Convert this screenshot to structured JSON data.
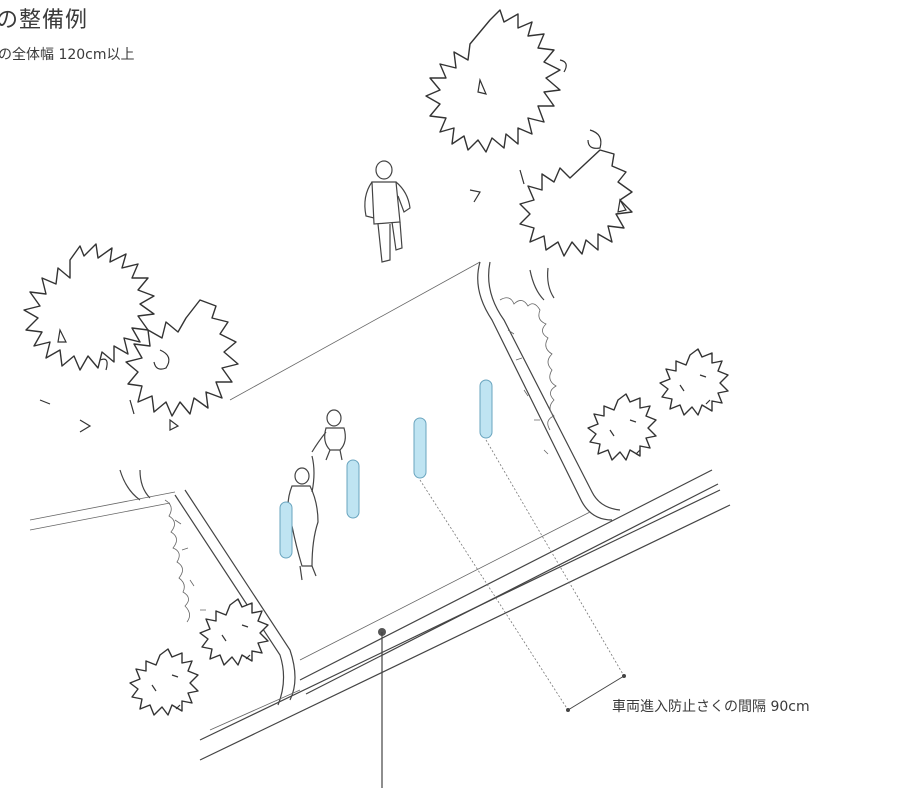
{
  "title": "の整備例",
  "subtitle": "の全体幅 120cm以上",
  "dimension_label": "車両進入防止さくの間隔 90cm",
  "colors": {
    "bollard_fill": "#bfe4f2",
    "bollard_stroke": "#6aa5bf",
    "line": "#444444",
    "leader": "#555555"
  },
  "icons": [
    "tree",
    "shrub",
    "pedestrian",
    "parent-child",
    "bollard",
    "dimension-line",
    "leader-line"
  ]
}
